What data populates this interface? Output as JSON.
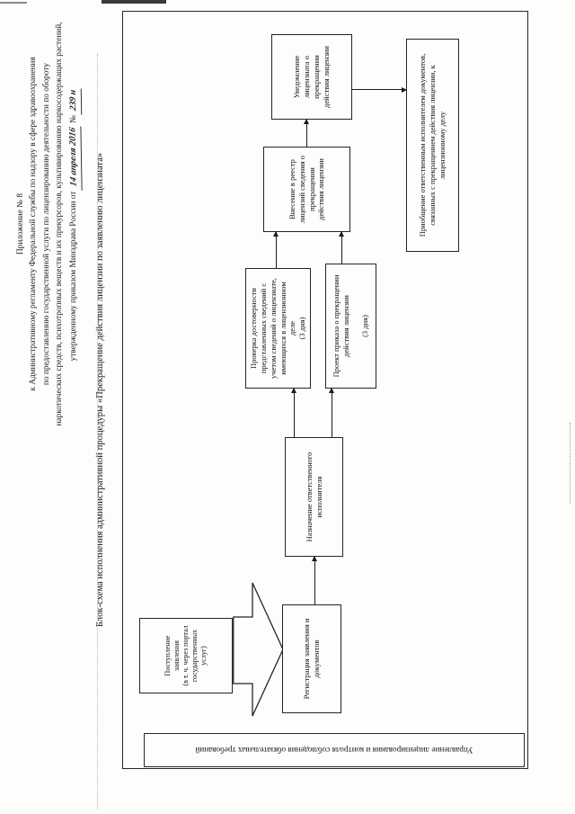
{
  "header": {
    "line1": "Приложение № 8",
    "line2": "к Административному регламенту Федеральной службы по надзору в сфере здравоохранения",
    "line3": "по предоставлению государственной услуги по лицензированию деятельности по обороту",
    "line4": "наркотических средств, психотропных веществ и их прекурсоров, культивированию наркосодержащих растений,",
    "approved_prefix": "утвержденному приказом Минздрава России от",
    "handwritten_date": "14 апреля 2016",
    "number_sign": "№",
    "handwritten_number": "239 н"
  },
  "title": "Блок-схема исполнения административной процедуры «Прекращение действия лицензии по заявлению лицензиата»",
  "swimlane_label": "Управление лицензирования и контроля соблюдения обязательных требований",
  "boxes": {
    "intake": "Поступление\nзаявления\n(в т. ч. через портал\nгосударственных\nуслуг)",
    "registration": "Регистрация заявления и\nдокументов",
    "assignment": "Назначение ответственного\nисполнителя",
    "verification": "Проверка достоверности\nпредставленных сведений с\nучетом сведений о лицензиате,\nимеющихся в лицензионном\nделе\n(3 дня)",
    "draft_order": "Проект приказа о прекращении\nдействия лицензии\n\n(3 дня)",
    "registry": "Внесение в реестр\nлицензий сведения о\nпрекращении\nдействия лицензии",
    "notification": "Уведомление\nлицензиата о\nпрекращении\nдействия лицензии",
    "attachment": "Приобщение ответственным исполнителем документов,\nсвязанных с прекращением действия лицензии, к\nлицензионному делу"
  },
  "edges": [
    "intake→registration (block arrow)",
    "registration→assignment",
    "assignment→verification",
    "assignment→draft_order",
    "verification→registry",
    "draft_order→registry",
    "registry→notification",
    "notification→attachment"
  ]
}
